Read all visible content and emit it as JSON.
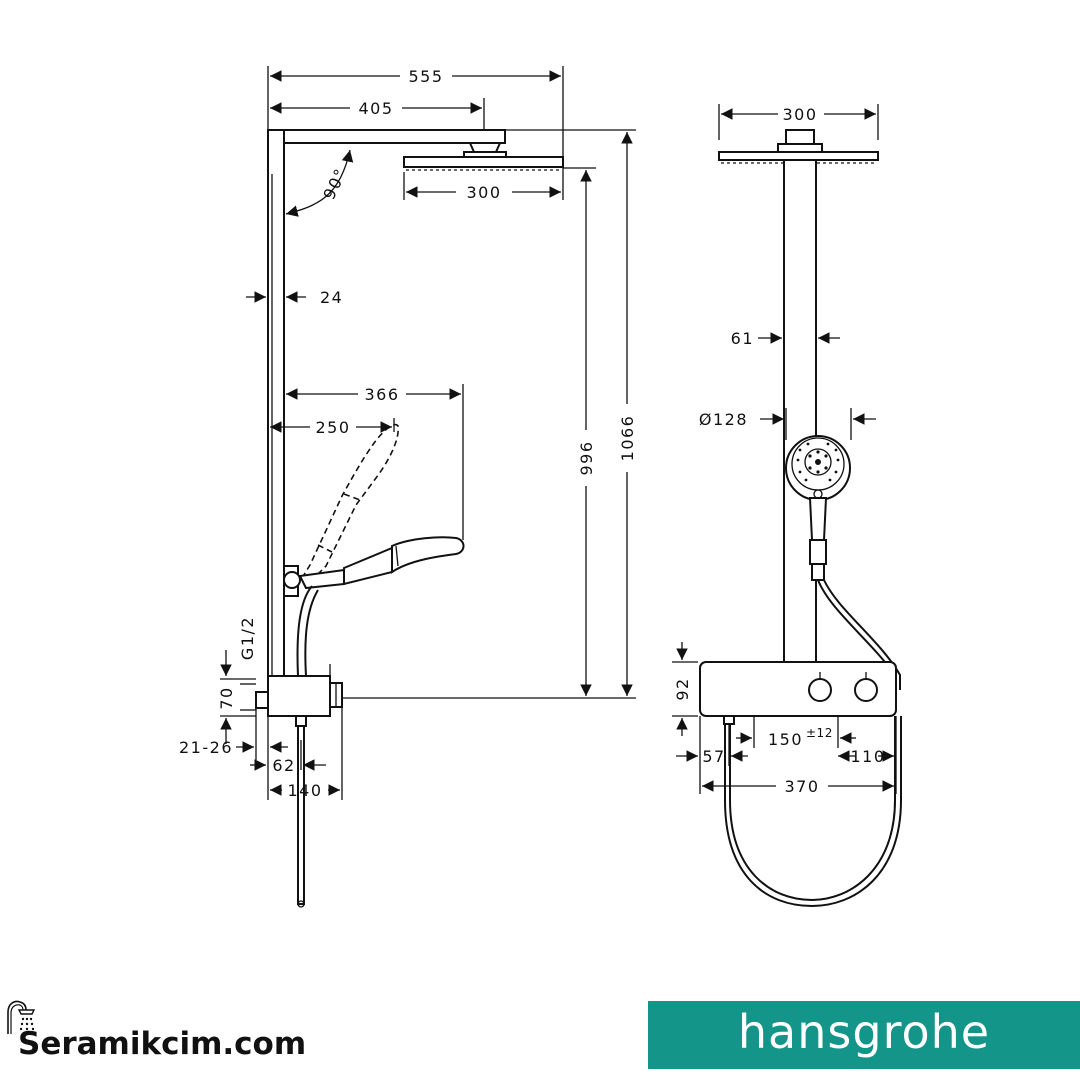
{
  "diagram": {
    "side_view": {
      "dims": {
        "overall_width": "555",
        "arm_length": "405",
        "head_width": "300",
        "angle": "90°",
        "bar_width": "24",
        "holder_reach": "366",
        "holder_offset": "250",
        "height_head": "996",
        "height_total": "1066",
        "thread": "G1/2",
        "inlet_height": "70",
        "wall_distance": "21-26",
        "inlet_offset": "62",
        "depth": "140"
      }
    },
    "front_view": {
      "dims": {
        "head_width": "300",
        "pipe_width": "61",
        "handshower_diameter": "Ø128",
        "thermostat_height": "92",
        "inlet_spacing": "150",
        "inlet_tolerance": "±12",
        "left_offset": "57",
        "right_offset": "110",
        "thermostat_width": "370"
      }
    }
  },
  "footer": {
    "site_name": "Seramikcim.com",
    "brand_name": "hansgrohe",
    "brand_color": "#13958A",
    "brand_text_color": "#ffffff"
  }
}
